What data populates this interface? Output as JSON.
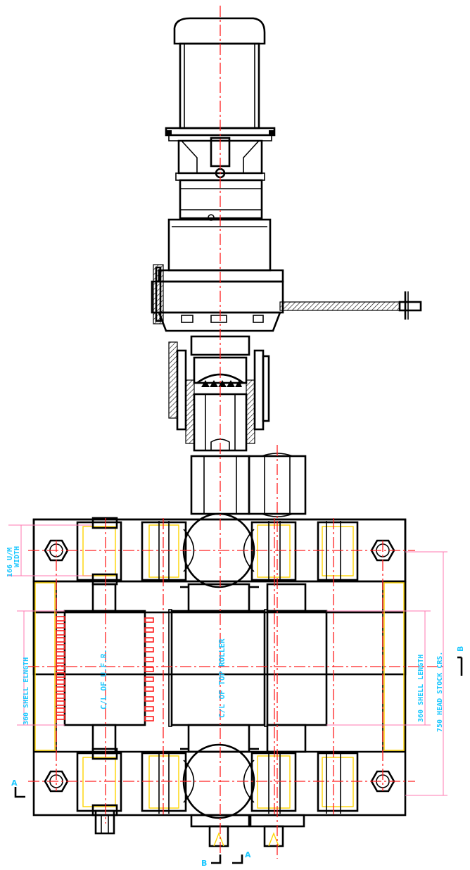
{
  "labels": {
    "uhm_width_1": "166 U/M",
    "uhm_width_2": "WIDTH",
    "shell_length_left": "360 SHELL ELNGTH",
    "shell_length_right": "360 SHELL LENGTH",
    "head_stock": "750 HEAD STOCK CRS.",
    "cl_ufr": "C/L OF U.F.R.",
    "cl_top_roller": "C/L OF TOP ROLLER",
    "section_a_left": "A",
    "section_a_bottom": "A",
    "section_b_bottom": "B",
    "section_b_right": "B"
  },
  "colors": {
    "outline": "#000000",
    "centerline": "#ff2020",
    "hidden": "#ffd400",
    "dimension": "#ff7ab0",
    "text": "#1ec8ff"
  }
}
